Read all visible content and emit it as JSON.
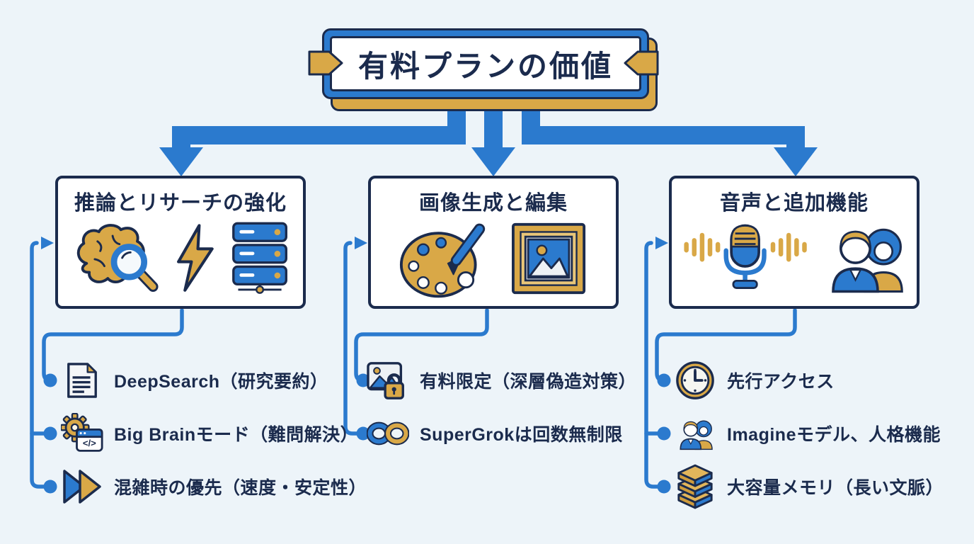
{
  "palette": {
    "navy": "#1b2b4d",
    "blue": "#2b7ace",
    "gold": "#d9a847",
    "background": "#edf4f9",
    "panel": "#ffffff"
  },
  "title": {
    "text": "有料プランの価値"
  },
  "glyphs": {
    "code": "</>"
  },
  "columns": [
    {
      "title": "推論とリサーチの強化",
      "header_icons": [
        "brain-magnifier-icon",
        "lightning-bolt-icon",
        "server-stack-icon"
      ],
      "items": [
        {
          "icon": "document-icon",
          "text": "DeepSearch（研究要約）"
        },
        {
          "icon": "gear-code-icon",
          "text": "Big Brainモード（難問解決）"
        },
        {
          "icon": "fast-forward-icon",
          "text": "混雑時の優先（速度・安定性）"
        }
      ]
    },
    {
      "title": "画像生成と編集",
      "header_icons": [
        "palette-brush-icon",
        "framed-picture-icon"
      ],
      "items": [
        {
          "icon": "image-lock-icon",
          "text": "有料限定（深層偽造対策）"
        },
        {
          "icon": "infinity-icon",
          "text": "SuperGrokは回数無制限"
        }
      ]
    },
    {
      "title": "音声と追加機能",
      "header_icons": [
        "microphone-waves-icon",
        "people-pair-icon"
      ],
      "items": [
        {
          "icon": "clock-icon",
          "text": "先行アクセス"
        },
        {
          "icon": "people-pair-icon",
          "text": "Imagineモデル、人格機能"
        },
        {
          "icon": "memory-stack-icon",
          "text": "大容量メモリ（長い文脈）"
        }
      ]
    }
  ]
}
